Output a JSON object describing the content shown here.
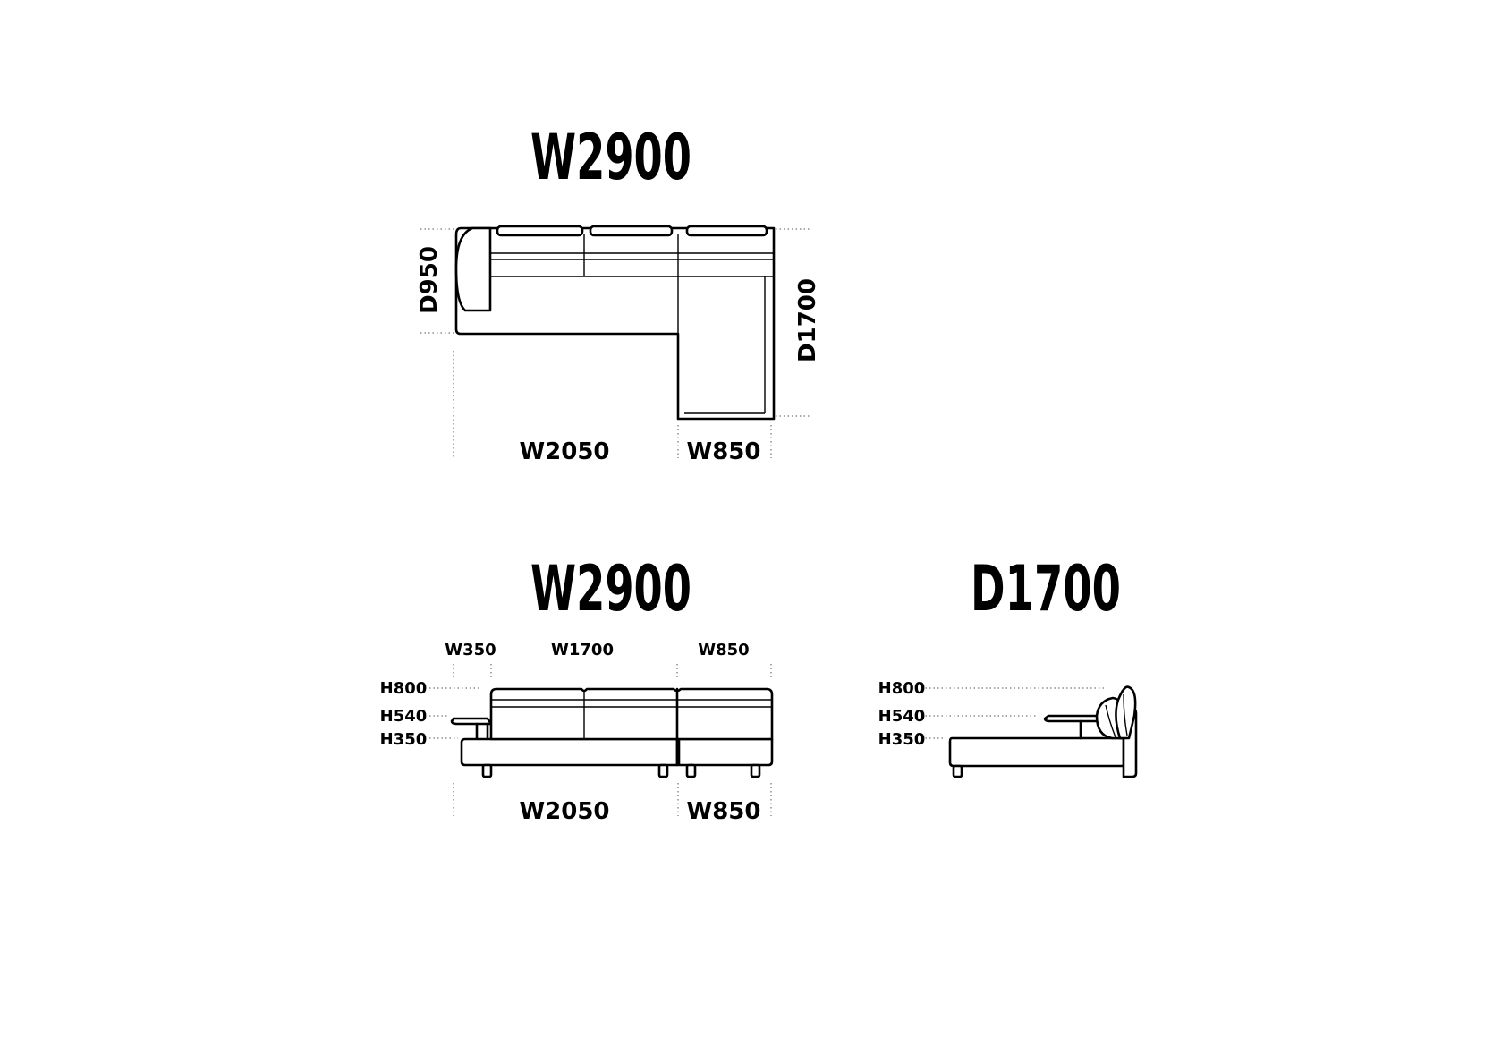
{
  "views": {
    "top": {
      "title": "W2900",
      "depth_left": "D950",
      "depth_right": "D1700",
      "width_left": "W2050",
      "width_right": "W850"
    },
    "front": {
      "title": "W2900",
      "width_arm": "W350",
      "width_mid": "W1700",
      "width_chaise_top": "W850",
      "height_back": "H800",
      "height_arm": "H540",
      "height_seat": "H350",
      "width_left": "W2050",
      "width_right": "W850"
    },
    "side": {
      "title": "D1700",
      "height_back": "H800",
      "height_arm": "H540",
      "height_seat": "H350"
    }
  }
}
